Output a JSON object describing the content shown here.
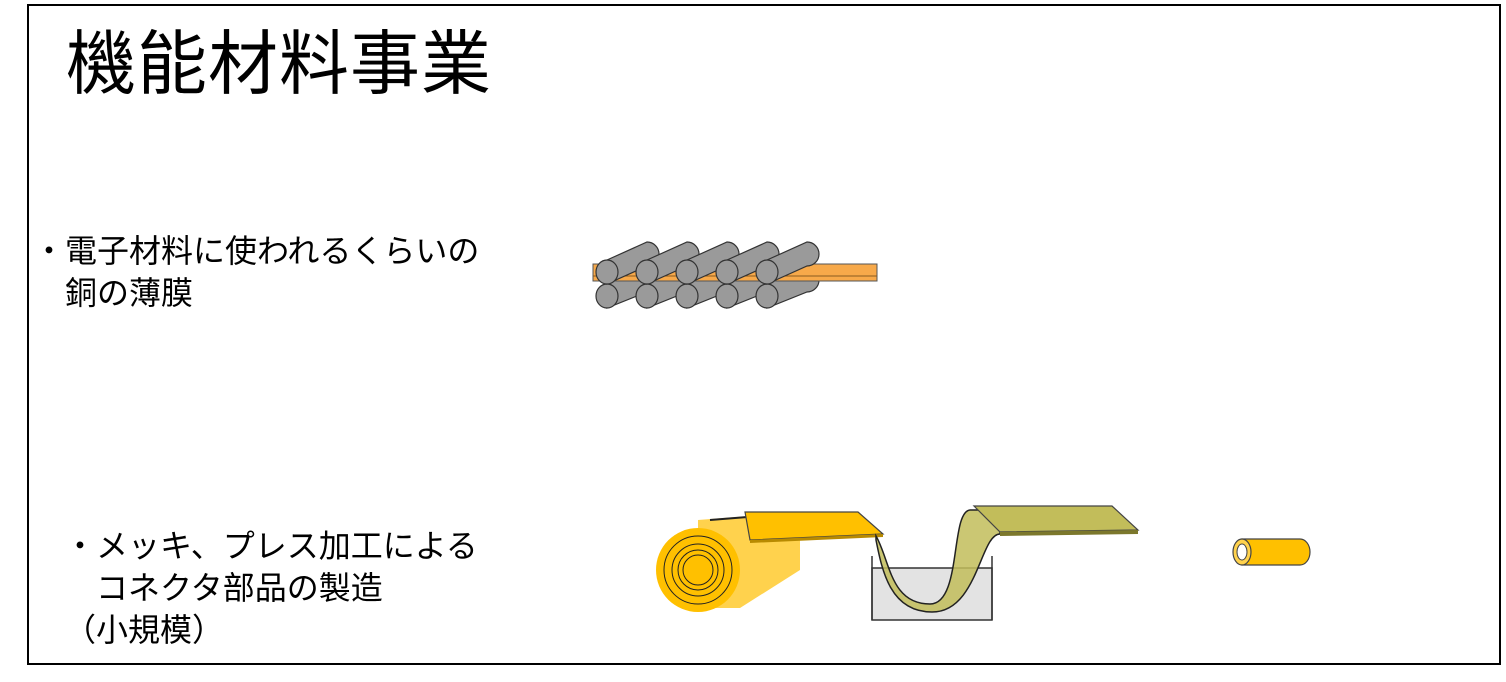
{
  "slide": {
    "title": "機能材料事業",
    "bullets": [
      {
        "line1": "・電子材料に使われるくらいの",
        "line2": "　銅の薄膜"
      },
      {
        "line1": "・メッキ、プレス加工による",
        "line2": "　コネクタ部品の製造",
        "line3": "（小規模）"
      }
    ]
  },
  "colors": {
    "copper": "#f7a94a",
    "roller": "#9a9a9a",
    "gold": "#ffc000",
    "plated": "#c2bd5a",
    "bath": "#e3e3e3"
  },
  "icons": [
    "rolling-mill-icon",
    "plating-line-icon",
    "connector-pin-icon"
  ]
}
